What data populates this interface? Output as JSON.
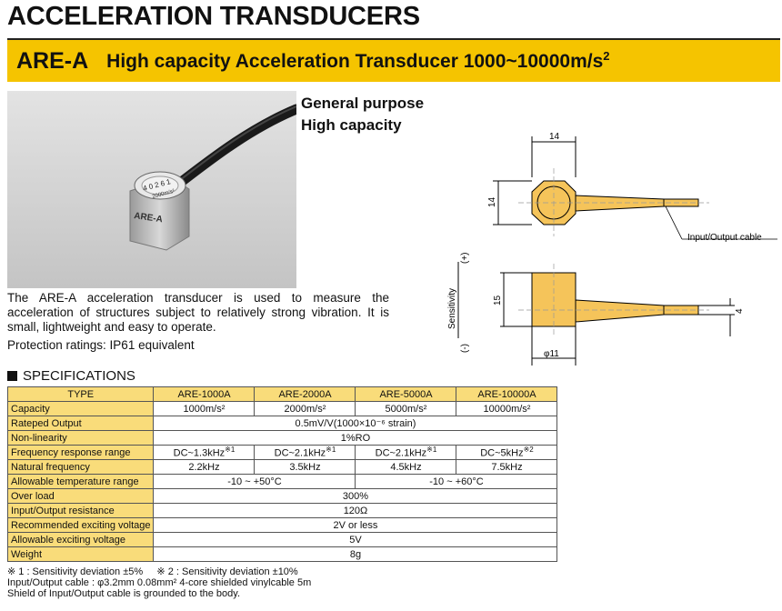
{
  "page": {
    "title": "ACCELERATION TRANSDUCERS",
    "model_code": "ARE-A",
    "model_desc": "High capacity Acceleration Transducer  1000~10000m/s",
    "model_sup": "2",
    "features": [
      "General purpose",
      "High capacity"
    ],
    "description": "The ARE-A acceleration transducer is used to measure the acceleration of structures subject to relatively strong vibration. It is small, lightweight and easy to operate.",
    "protection": "Protection ratings: IP61 equivalent",
    "photo_labels": {
      "body": "ARE-A",
      "cap_line1": "4 0 2 6 1",
      "cap_line2": "2000m/s²"
    }
  },
  "drawing": {
    "dim_top": "14",
    "dim_side": "14",
    "dim_height": "15",
    "dim_cable": "4",
    "dim_dia": "φ11",
    "cable_label": "Input/Output cable",
    "sens_label": "Sensitivity",
    "plus": "(+)",
    "minus": "(-)"
  },
  "specs": {
    "heading": "SPECIFICATIONS",
    "headers": [
      "TYPE",
      "ARE-1000A",
      "ARE-2000A",
      "ARE-5000A",
      "ARE-10000A"
    ],
    "capacity": {
      "label": "Capacity",
      "v1": "1000m/s²",
      "v2": "2000m/s²",
      "v3": "5000m/s²",
      "v4": "10000m/s²"
    },
    "rated_output": {
      "label": "Rateped Output",
      "v": "0.5mV/V(1000×10⁻⁶ strain)"
    },
    "nonlinearity": {
      "label": "Non-linearity",
      "v": "1%RO"
    },
    "frequency": {
      "label": "Frequency response range",
      "v1": "DC~1.3kHz",
      "v2": "DC~2.1kHz",
      "v3": "DC~2.1kHz",
      "v4": "DC~5kHz",
      "n1": "※1",
      "n2": "※1",
      "n3": "※1",
      "n4": "※2"
    },
    "natural": {
      "label": "Natural frequency",
      "v1": "2.2kHz",
      "v2": "3.5kHz",
      "v3": "4.5kHz",
      "v4": "7.5kHz"
    },
    "temperature": {
      "label": "Allowable temperature range",
      "v1": "-10 ~ +50°C",
      "v2": "-10 ~ +60°C"
    },
    "overload": {
      "label": "Over load",
      "v": "300%"
    },
    "resistance": {
      "label": "Input/Output resistance",
      "v": "120Ω"
    },
    "rec_voltage": {
      "label": "Recommended exciting voltage",
      "v": "2V or less"
    },
    "allow_voltage": {
      "label": "Allowable exciting voltage",
      "v": "5V"
    },
    "weight": {
      "label": "Weight",
      "v": "8g"
    }
  },
  "footnotes": {
    "line1": "※ 1 : Sensitivity deviation ±5%     ※ 2 : Sensitivity deviation ±10%",
    "line2": "Input/Output cable : φ3.2mm  0.08mm²  4-core shielded vinylcable 5m",
    "line3": "Shield of Input/Output cable is grounded to the body."
  }
}
